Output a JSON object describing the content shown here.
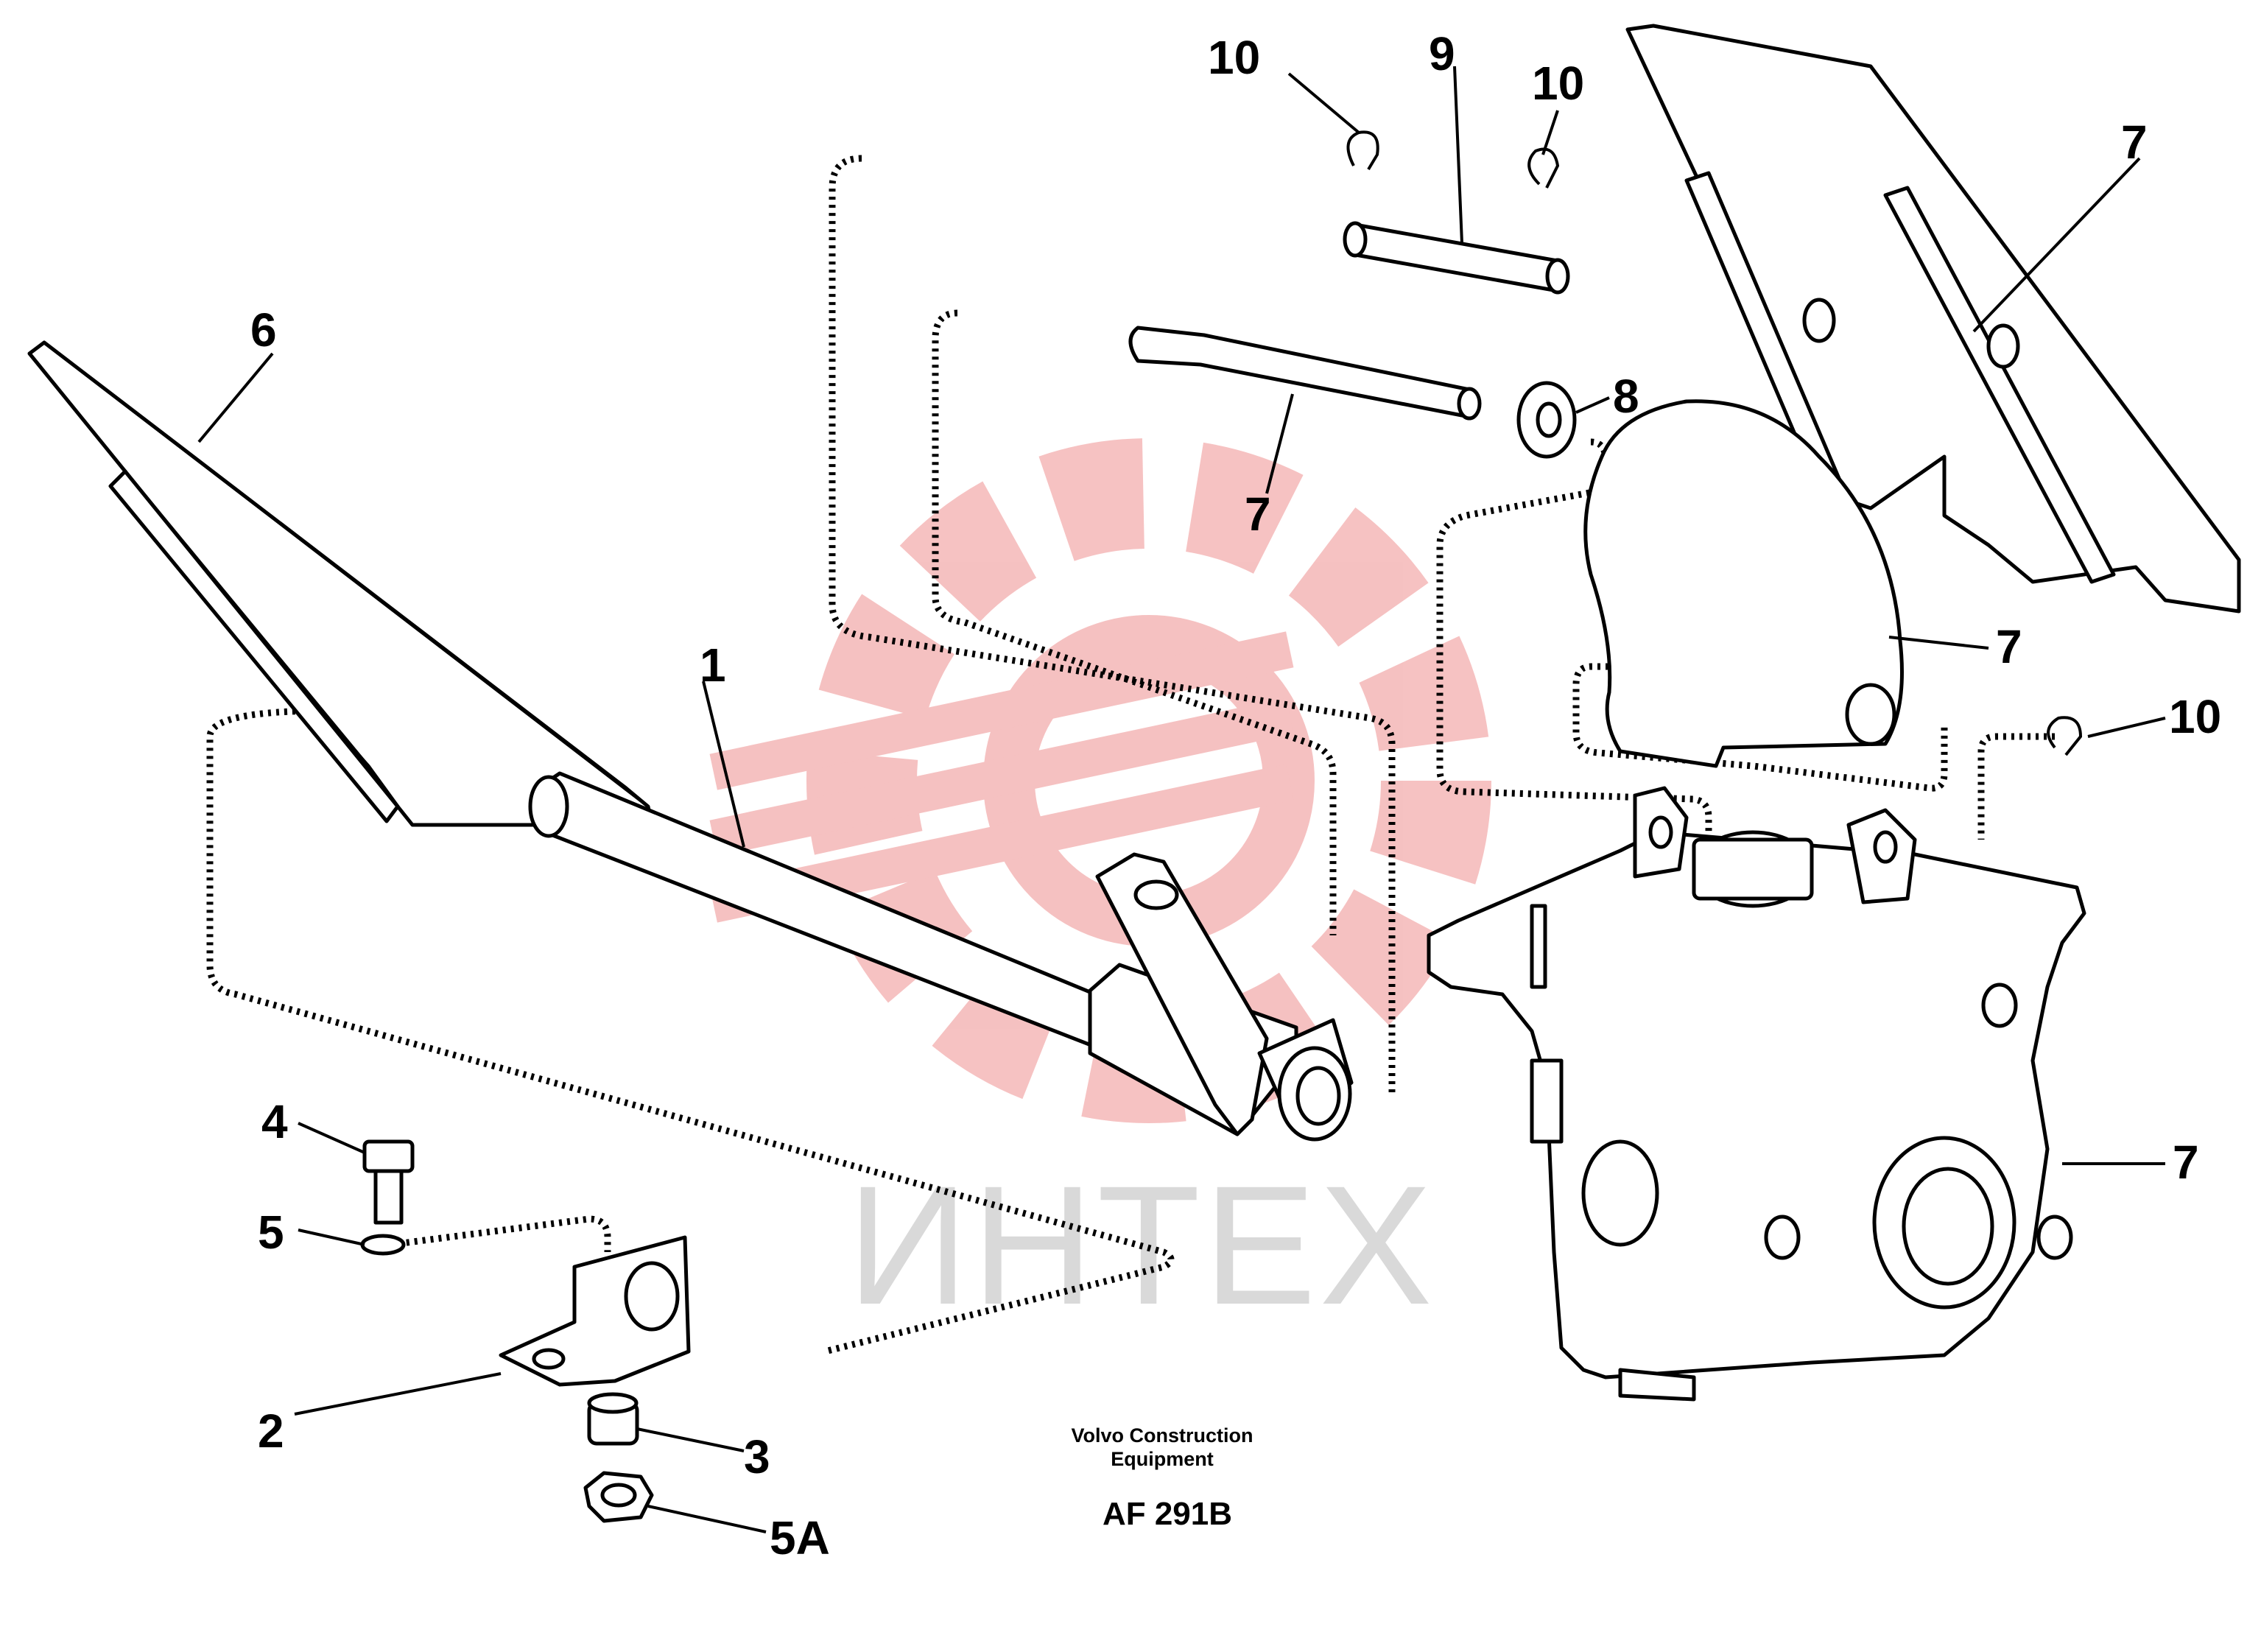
{
  "watermark": {
    "text": "ИНТЕХ",
    "logo_color": "#f2b3b3",
    "text_color": "#d9d9d9"
  },
  "callouts": [
    {
      "id": "c1",
      "label": "1"
    },
    {
      "id": "c2",
      "label": "2"
    },
    {
      "id": "c3",
      "label": "3"
    },
    {
      "id": "c4",
      "label": "4"
    },
    {
      "id": "c5",
      "label": "5"
    },
    {
      "id": "c5a",
      "label": "5A"
    },
    {
      "id": "c6",
      "label": "6"
    },
    {
      "id": "c7a",
      "label": "7"
    },
    {
      "id": "c7b",
      "label": "7"
    },
    {
      "id": "c7c",
      "label": "7"
    },
    {
      "id": "c7d",
      "label": "7"
    },
    {
      "id": "c8",
      "label": "8"
    },
    {
      "id": "c9",
      "label": "9"
    },
    {
      "id": "c10a",
      "label": "10"
    },
    {
      "id": "c10b",
      "label": "10"
    },
    {
      "id": "c10c",
      "label": "10"
    }
  ],
  "caption": {
    "line1": "Volvo Construction",
    "line2": "Equipment",
    "drawing_number": "AF 291B"
  }
}
